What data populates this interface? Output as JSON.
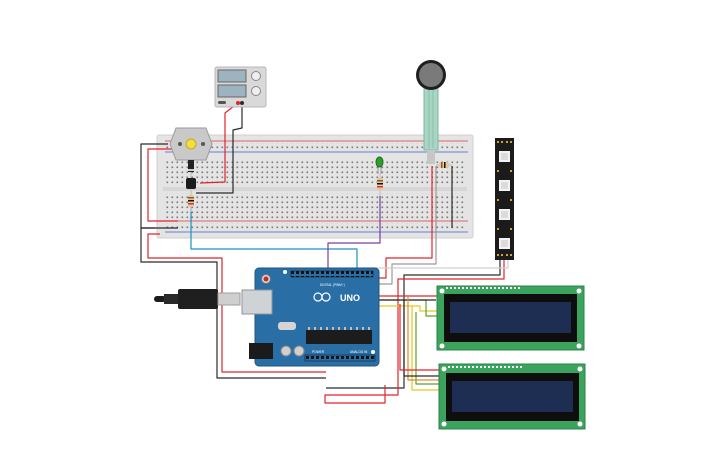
{
  "diagram": {
    "arduino": {
      "brand_text": "UNO",
      "header_digital": "DIGITAL (PWM~)",
      "header_power": "POWER",
      "header_analog": "ANALOG IN"
    },
    "colors": {
      "wire_red": "#e0252b",
      "wire_black": "#2b2b2b",
      "wire_blue": "#1f8fc4",
      "wire_purple": "#7b3fa0",
      "wire_green": "#5aa22e",
      "wire_yellow": "#e7c81a",
      "wire_orange": "#e6892b",
      "wire_white": "#dddddd",
      "arduino_blue": "#2a6ea6",
      "breadboard": "#e6e6e6",
      "lcd_pcb": "#3aa35e",
      "lcd_screen": "#1d2e52",
      "neopixel_strip": "#1b1b1b",
      "led_green": "#2e9d2e"
    },
    "components": [
      {
        "id": "power_supply",
        "icon": "power-supply-icon"
      },
      {
        "id": "dc_motor",
        "icon": "dc-motor-icon"
      },
      {
        "id": "force_sensor",
        "icon": "force-sensor-icon"
      },
      {
        "id": "breadboard",
        "icon": "breadboard-icon"
      },
      {
        "id": "led",
        "icon": "led-icon"
      },
      {
        "id": "neopixel_strip",
        "icon": "neopixel-strip-icon"
      },
      {
        "id": "arduino_uno",
        "icon": "arduino-board-icon"
      },
      {
        "id": "usb_cable",
        "icon": "usb-cable-icon"
      },
      {
        "id": "lcd_1",
        "icon": "lcd-16x2-icon"
      },
      {
        "id": "lcd_2",
        "icon": "lcd-16x2-icon"
      }
    ]
  }
}
